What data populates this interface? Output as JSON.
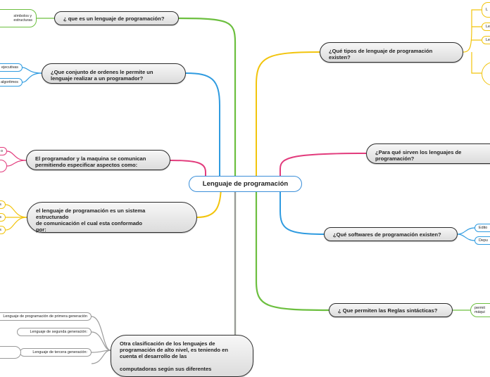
{
  "root": {
    "label": "Lenguaje de programación"
  },
  "left_topics": [
    {
      "id": "que-es",
      "label": "¿ que es un lenguaje de programación?",
      "children": [
        "símbolos y\nestructuras"
      ]
    },
    {
      "id": "conjunto-ordenes",
      "label": "¿Que conjunto de ordenes le permite un\nlenguaje realizar a un programador?",
      "children": [
        "ejecutivas",
        "algoritmos"
      ]
    },
    {
      "id": "programador-maquina",
      "label": "El programador y la maquina se comunican\npermitiendo especificar aspectos como:",
      "children": [
        "o",
        ""
      ]
    },
    {
      "id": "sistema-estructurado",
      "label": "el lenguaje de programación es un sistema\nestructurado\nde comunicación el cual esta conformado\npor:",
      "children": [
        "s",
        "s",
        "s"
      ]
    },
    {
      "id": "otra-clasificacion",
      "label": "Otra clasificación de los lenguajes de\nprogramación de alto nivel, es teniendo en\ncuenta el desarrollo de las\n\ncomputadoras según sus diferentes",
      "children": [
        "Lenguaje de programación de primera generación",
        "Lenguaje de segunda generación:",
        "Lenguaje de tercera generación:",
        ""
      ]
    }
  ],
  "right_topics": [
    {
      "id": "tipos",
      "label": "¿Qué tipos de lenguaje de programación\nexisten?",
      "children": [
        "L",
        "Le",
        "Le",
        ""
      ]
    },
    {
      "id": "para-que",
      "label": "¿Para qué sirven los lenguajes de\nprogramación?",
      "children": []
    },
    {
      "id": "softwares",
      "label": "¿Qué softwares de programación existen?",
      "children": [
        "Edito",
        "Depu"
      ]
    },
    {
      "id": "reglas",
      "label": "¿ Que permiten las Reglas sintácticas?",
      "children": [
        "permit\nmáqui"
      ]
    }
  ],
  "colors": {
    "gray": "#9a9a9a",
    "green": "#6cbf3f",
    "blue": "#2f9be0",
    "pink": "#e23b7c",
    "yellow": "#f2c40c",
    "root_border": "#3b8fd9"
  }
}
